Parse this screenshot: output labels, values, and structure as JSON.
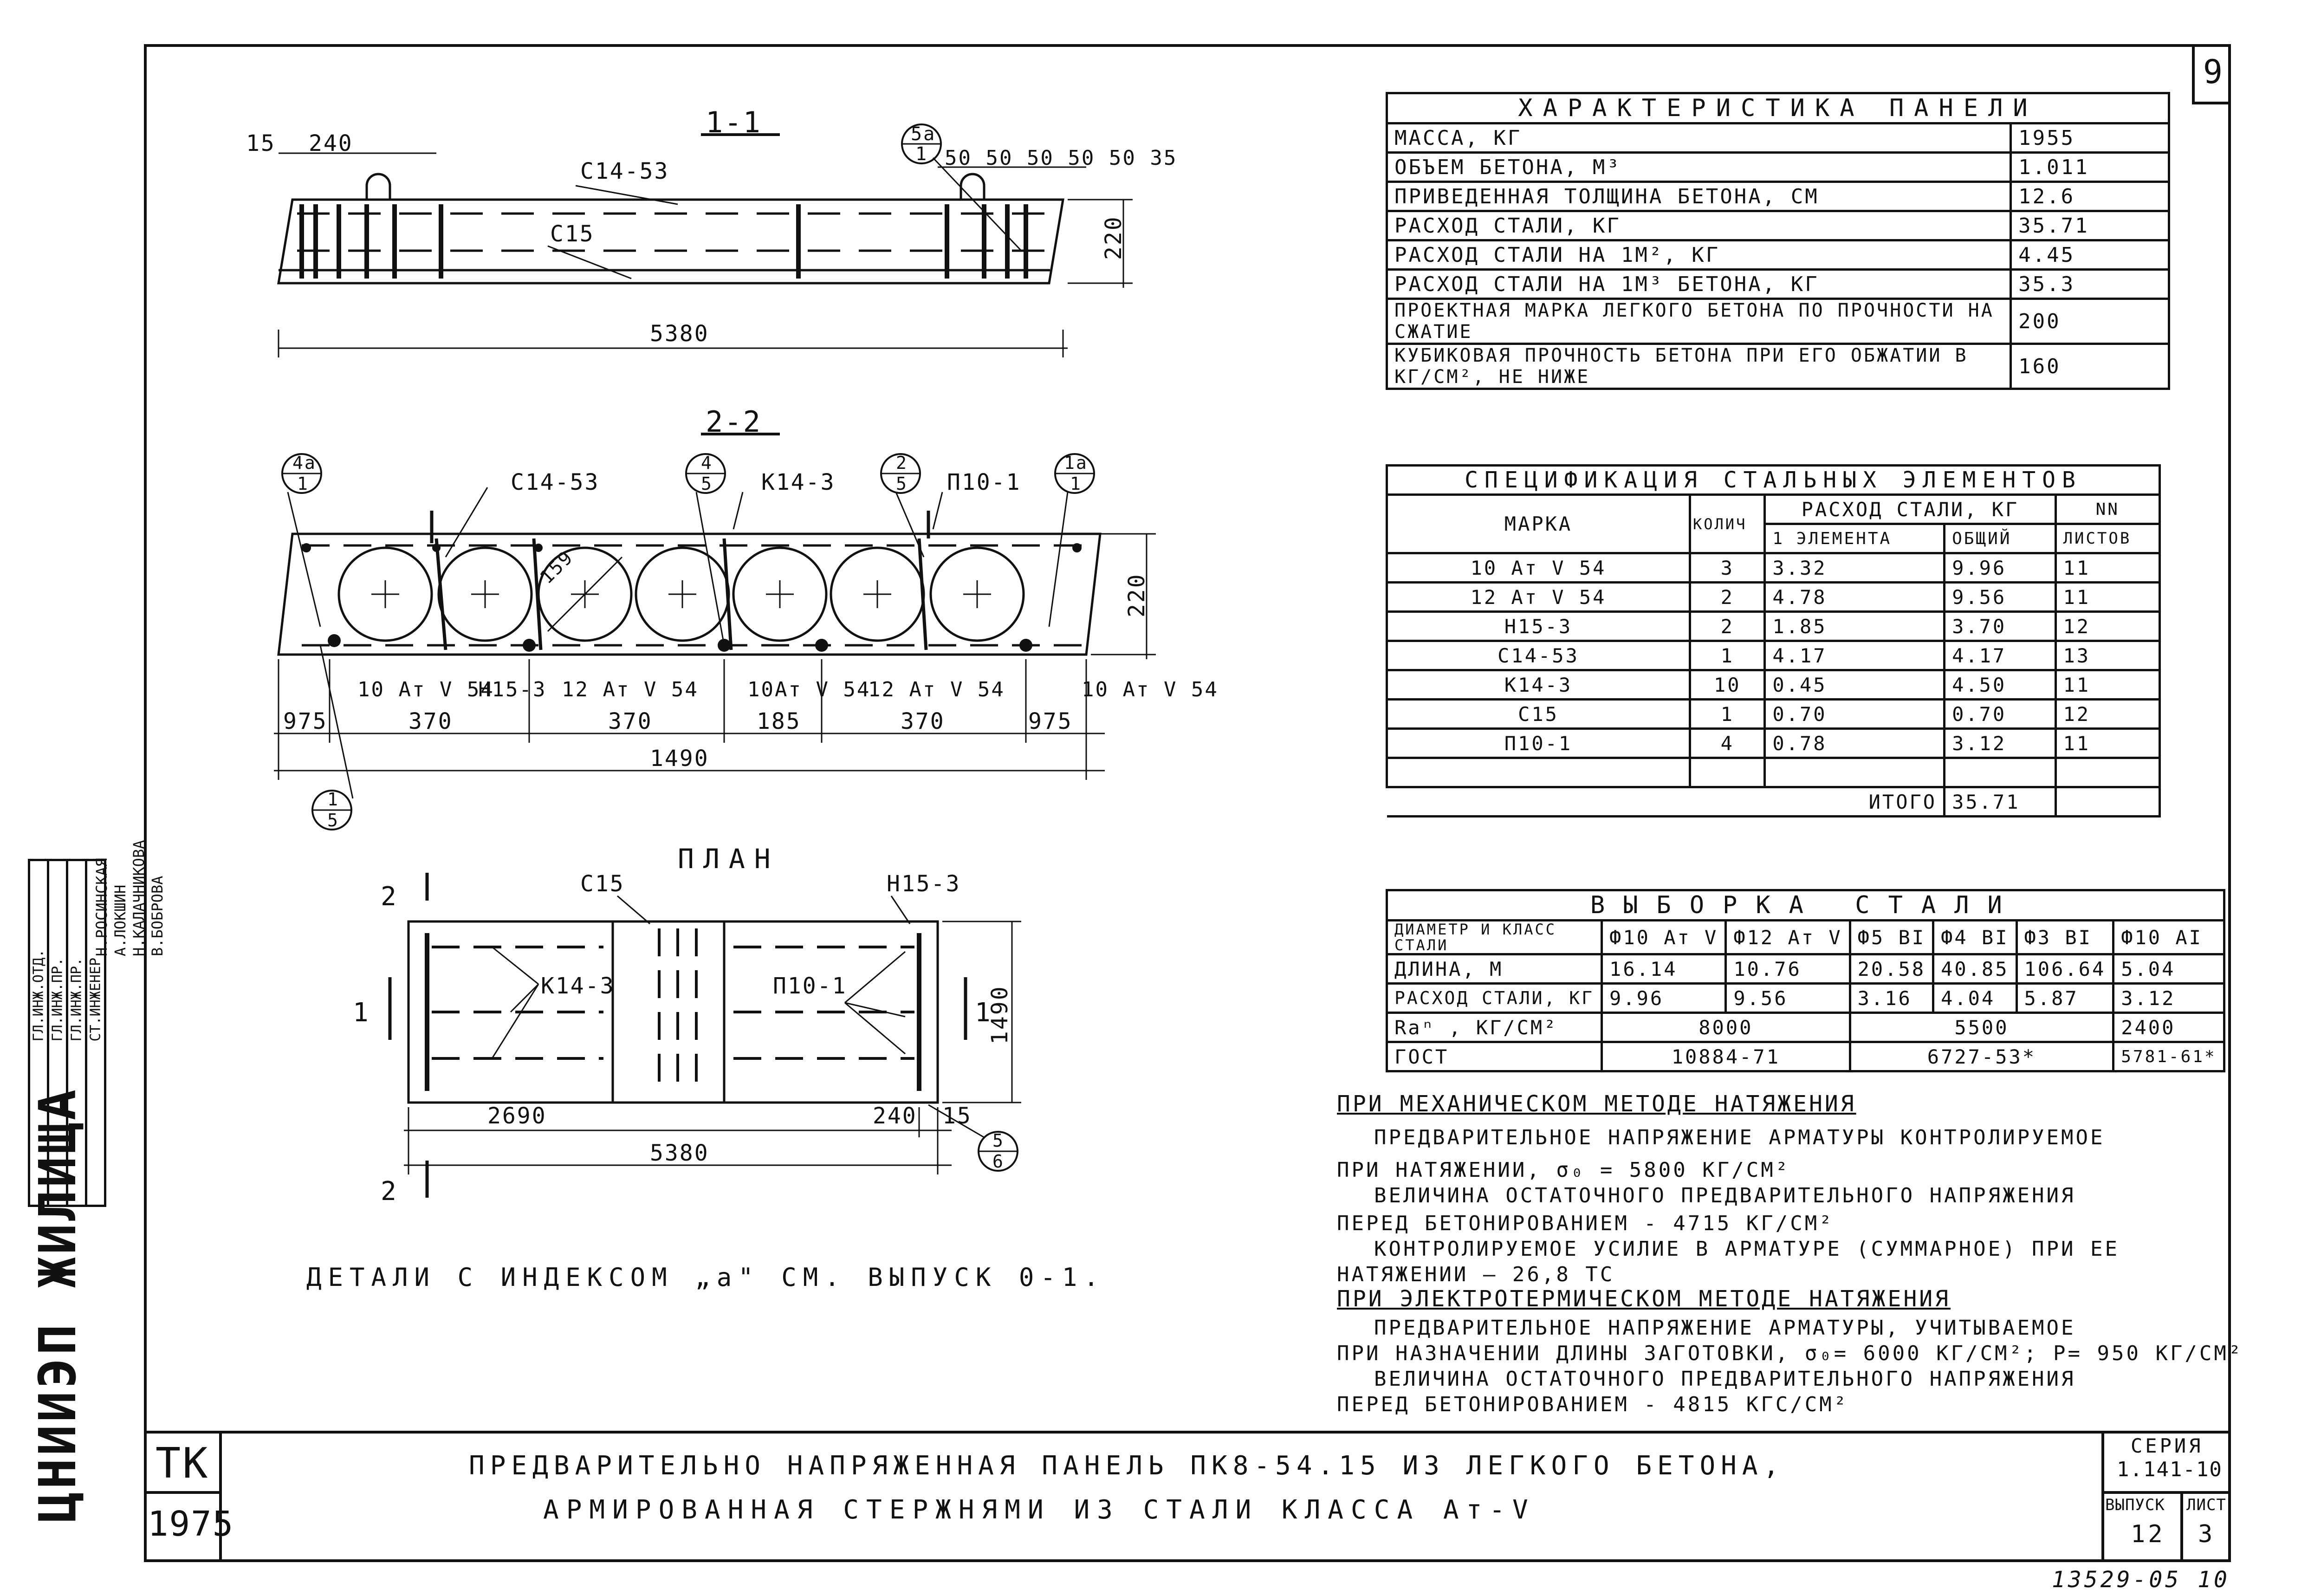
{
  "sheet_number": "9",
  "views": {
    "sec11": {
      "title": "1-1",
      "dims": {
        "d15": "15",
        "d240": "240",
        "d_right": "50 50 50 50 50 35",
        "height": "220",
        "length": "5380"
      },
      "callout": {
        "top": "5a",
        "bottom": "1"
      },
      "labels": {
        "c1453": "С14-53",
        "c15": "С15"
      }
    },
    "sec22": {
      "title": "2-2",
      "dims": {
        "d975a": "975",
        "d370a": "370",
        "d370b": "370",
        "d185": "185",
        "d370c": "370",
        "d975b": "975",
        "width": "1490",
        "height": "220",
        "diam": "159"
      },
      "callouts": [
        {
          "top": "4a",
          "bottom": "1"
        },
        {
          "top": "4",
          "bottom": "5"
        },
        {
          "top": "2",
          "bottom": "5"
        },
        {
          "top": "1a",
          "bottom": "1"
        },
        {
          "top": "1",
          "bottom": "5"
        }
      ],
      "labels": {
        "c1453": "С14-53",
        "k143": "К14-3",
        "p101": "П10-1",
        "b1": "10 Ат V 54",
        "b2": "Н15-3",
        "b3": "12 Ат V 54",
        "b4": "10Ат V 54",
        "b5": "12 Ат V 54",
        "b6": "10 Ат V 54"
      }
    },
    "plan": {
      "title": "ПЛАН",
      "labels": {
        "c15": "С15",
        "n153": "Н15-3",
        "k143": "К14-3",
        "p101": "П10-1"
      },
      "dims": {
        "d2690": "2690",
        "d240": "240",
        "d15": "15",
        "d5380": "5380",
        "d1490": "1490"
      },
      "cut": "2",
      "cut1": "1",
      "callout": {
        "top": "5",
        "bottom": "6"
      }
    },
    "details_note": "ДЕТАЛИ С ИНДЕКСОМ „а\" СМ. ВЫПУСК 0-1."
  },
  "characteristics": {
    "title": "ХАРАКТЕРИСТИКА ПАНЕЛИ",
    "rows": [
      [
        "МАССА, КГ",
        "1955"
      ],
      [
        "ОБЪЕМ БЕТОНА, М³",
        "1.011"
      ],
      [
        "ПРИВЕДЕННАЯ ТОЛЩИНА БЕТОНА, СМ",
        "12.6"
      ],
      [
        "РАСХОД СТАЛИ, КГ",
        "35.71"
      ],
      [
        "РАСХОД СТАЛИ НА 1М², КГ",
        "4.45"
      ],
      [
        "РАСХОД СТАЛИ НА 1М³ БЕТОНА, КГ",
        "35.3"
      ],
      [
        "ПРОЕКТНАЯ МАРКА ЛЕГКОГО БЕТОНА ПО ПРОЧНОСТИ НА СЖАТИЕ",
        "200"
      ],
      [
        "КУБИКОВАЯ ПРОЧНОСТЬ БЕТОНА ПРИ ЕГО ОБЖАТИИ В КГ/СМ², НЕ НИЖЕ",
        "160"
      ]
    ]
  },
  "spec": {
    "title": "СПЕЦИФИКАЦИЯ СТАЛЬНЫХ ЭЛЕМЕНТОВ",
    "headers": {
      "mark": "МАРКА",
      "qty": "КОЛИЧ",
      "steel": "РАСХОД СТАЛИ, КГ",
      "per": "1 ЭЛЕМЕНТА",
      "total": "ОБЩИЙ",
      "nn": "NN",
      "sheets": "ЛИСТОВ"
    },
    "rows": [
      [
        "10 Ат V 54",
        "3",
        "3.32",
        "9.96",
        "11"
      ],
      [
        "12 Ат V 54",
        "2",
        "4.78",
        "9.56",
        "11"
      ],
      [
        "Н15-3",
        "2",
        "1.85",
        "3.70",
        "12"
      ],
      [
        "С14-53",
        "1",
        "4.17",
        "4.17",
        "13"
      ],
      [
        "К14-3",
        "10",
        "0.45",
        "4.50",
        "11"
      ],
      [
        "С15",
        "1",
        "0.70",
        "0.70",
        "12"
      ],
      [
        "П10-1",
        "4",
        "0.78",
        "3.12",
        "11"
      ],
      [
        "",
        "",
        "",
        "",
        ""
      ]
    ],
    "total_label": "ИТОГО",
    "total_value": "35.71"
  },
  "selection": {
    "title": "ВЫБОРКА СТАЛИ",
    "col_header": "ДИАМЕТР И КЛАСС СТАЛИ",
    "columns": [
      "Ф10 Ат V",
      "Ф12 Ат V",
      "Ф5 ВI",
      "Ф4 ВI",
      "Ф3 ВI",
      "Ф10 АI"
    ],
    "length_label": "ДЛИНА, М",
    "length": [
      "16.14",
      "10.76",
      "20.58",
      "40.85",
      "106.64",
      "5.04"
    ],
    "steel_label": "РАСХОД СТАЛИ, КГ",
    "steel": [
      "9.96",
      "9.56",
      "3.16",
      "4.04",
      "5.87",
      "3.12"
    ],
    "ra_label": "Raⁿ , КГ/СМ²",
    "ra": [
      "8000",
      "5500",
      "2400"
    ],
    "gost_label": "ГОСТ",
    "gost": [
      "10884-71",
      "6727-53*",
      "5781-61*"
    ]
  },
  "notes": {
    "mech_title": "ПРИ МЕХАНИЧЕСКОМ МЕТОДЕ НАТЯЖЕНИЯ",
    "mech_lines": [
      "ПРЕДВАРИТЕЛЬНОЕ НАПРЯЖЕНИЕ АРМАТУРЫ КОНТРОЛИРУЕМОЕ",
      "ПРИ НАТЯЖЕНИИ, σ₀ = 5800 КГ/СМ²",
      "ВЕЛИЧИНА ОСТАТОЧНОГО ПРЕДВАРИТЕЛЬНОГО НАПРЯЖЕНИЯ",
      "ПЕРЕД БЕТОНИРОВАНИЕМ - 4715 КГ/СМ²",
      "КОНТРОЛИРУЕМОЕ УСИЛИЕ В АРМАТУРЕ (СУММАРНОЕ) ПРИ ЕЕ",
      "НАТЯЖЕНИИ — 26,8 ТС"
    ],
    "elec_title": "ПРИ ЭЛЕКТРОТЕРМИЧЕСКОМ МЕТОДЕ НАТЯЖЕНИЯ",
    "elec_lines": [
      "ПРЕДВАРИТЕЛЬНОЕ НАПРЯЖЕНИЕ АРМАТУРЫ, УЧИТЫВАЕМОЕ",
      "ПРИ НАЗНАЧЕНИИ ДЛИНЫ ЗАГОТОВКИ, σ₀= 6000 КГ/СМ²; Р= 950 КГ/СМ²",
      "ВЕЛИЧИНА ОСТАТОЧНОГО ПРЕДВАРИТЕЛЬНОГО НАПРЯЖЕНИЯ",
      "ПЕРЕД БЕТОНИРОВАНИЕМ - 4815 КГС/СМ²"
    ]
  },
  "title_block": {
    "tk": "ТК",
    "year": "1975",
    "title_line1": "ПРЕДВАРИТЕЛЬНО НАПРЯЖЕННАЯ ПАНЕЛЬ ПК8-54.15 ИЗ ЛЕГКОГО БЕТОНА,",
    "title_line2": "АРМИРОВАННАЯ СТЕРЖНЯМИ ИЗ СТАЛИ КЛАССА Ат-V",
    "series_label": "СЕРИЯ",
    "series": "1.141-10",
    "issue_label": "ВЫПУСК",
    "issue": "12",
    "sheet_label": "ЛИСТ",
    "sheet": "3",
    "doc_number": "13529-05 10",
    "org": "ЦНИИЭП ЖИЛИЩА",
    "roles": [
      {
        "role": "ГЛ.ИНЖ.ОТД.",
        "name": "Н.РОСИНСКАЯ"
      },
      {
        "role": "ГЛ.ИНЖ.ПР.",
        "name": "А.ЛОКШИН"
      },
      {
        "role": "ГЛ.ИНЖ.ПР.",
        "name": "Н.КАЛАЧНИКОВА"
      },
      {
        "role": "СТ.ИНЖЕНЕР",
        "name": "В.БОБРОВА"
      }
    ]
  }
}
